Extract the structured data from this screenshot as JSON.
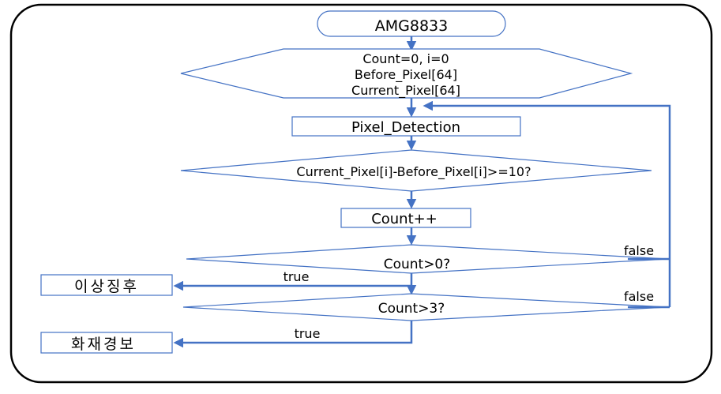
{
  "flowchart": {
    "start": "AMG8833",
    "init": {
      "line1": "Count=0, i=0",
      "line2": "Before_Pixel[64]",
      "line3": "Current_Pixel[64]"
    },
    "process_detection": "Pixel_Detection",
    "decision_diff": "Current_Pixel[i]-Before_Pixel[i]>=10?",
    "process_count": "Count++",
    "decision_count_gt0": "Count>0?",
    "decision_count_gt3": "Count>3?",
    "output_anomaly": "이상징후",
    "output_fire_alarm": "화재경보",
    "edge_true_1": "true",
    "edge_true_2": "true",
    "edge_false_1": "false",
    "edge_false_2": "false"
  },
  "colors": {
    "frame": "#000000",
    "shape_stroke": "#4472c4",
    "connector": "#4472c4",
    "text": "#000000"
  }
}
